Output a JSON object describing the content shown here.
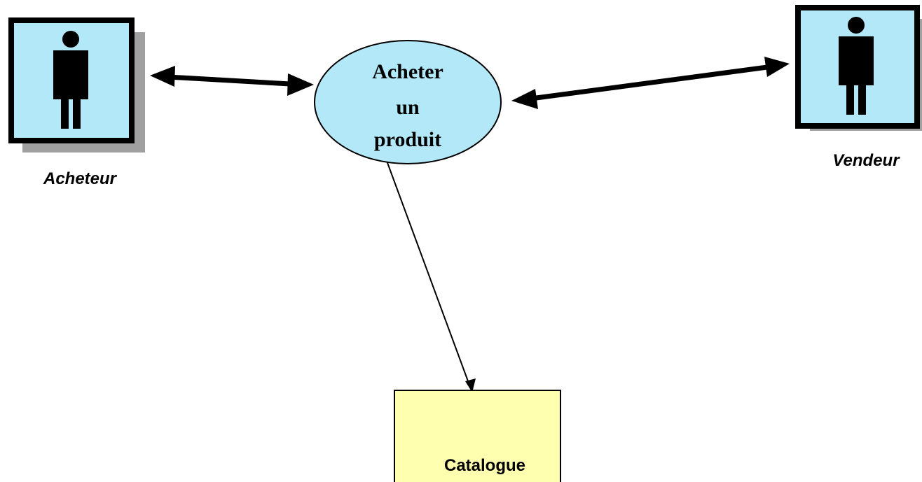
{
  "colors": {
    "actor_fill": "#b3e8f8",
    "actor_border": "#000000",
    "actor_shadow": "#a0a0a0",
    "usecase_fill": "#b3e8f8",
    "datastore_fill": "#ffffb0",
    "line": "#000000"
  },
  "actors": [
    {
      "id": "buyer",
      "label": "Acheteur",
      "icon": "person-icon"
    },
    {
      "id": "seller",
      "label": "Vendeur",
      "icon": "person-icon"
    }
  ],
  "use_case": {
    "lines": [
      "Acheter",
      "un",
      "produit"
    ]
  },
  "data_store": {
    "label": "Catalogue"
  },
  "connections": [
    {
      "from": "buyer",
      "to": "use_case",
      "style": "bidirectional-thick"
    },
    {
      "from": "use_case",
      "to": "seller",
      "style": "bidirectional-thick"
    },
    {
      "from": "use_case",
      "to": "data_store",
      "style": "directed-thin"
    }
  ]
}
